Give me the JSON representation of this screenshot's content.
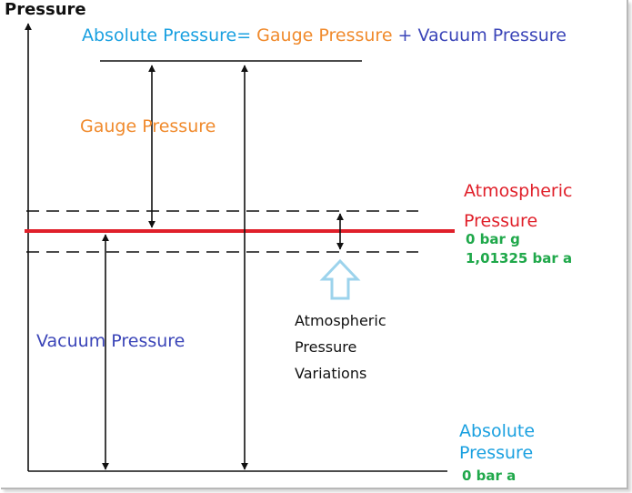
{
  "colors": {
    "absolute": "#1aa0e0",
    "gauge": "#f08a2c",
    "vacuum": "#3b45b8",
    "atmospheric": "#e0202a",
    "green": "#1fa84a",
    "line": "#111111",
    "hollow_arrow": "#9cd3ec"
  },
  "y_axis_label": "Pressure",
  "formula": {
    "absolute": "Absolute Pressure",
    "equals": "=",
    "gauge": " Gauge Pressure",
    "plus": " + ",
    "vacuum": "Vacuum Pressure"
  },
  "gauge_label": "Gauge Pressure",
  "atmospheric": {
    "line1": "Atmospheric",
    "line2": "Pressure",
    "gauge_zero": "0 bar g",
    "abs_value": "1,01325 bar a"
  },
  "variations": {
    "line1": "Atmospheric",
    "line2": "Pressure",
    "line3": "Variations"
  },
  "vacuum_label": "Vacuum Pressure",
  "absolute": {
    "line1": "Absolute",
    "line2": "Pressure",
    "zero": "0 bar a"
  }
}
